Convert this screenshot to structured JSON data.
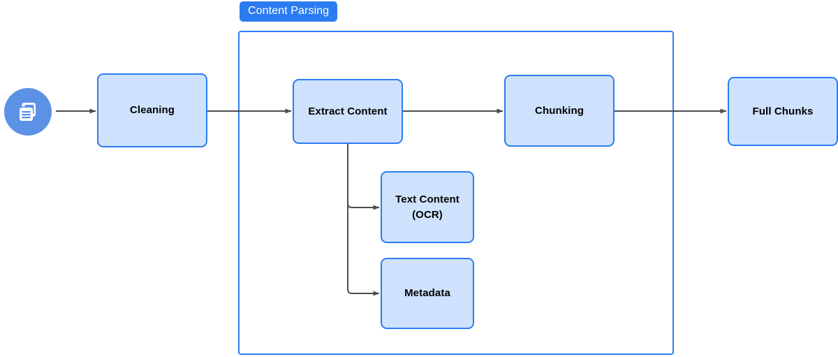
{
  "diagram": {
    "title": "Content Parsing",
    "group": {
      "label": "Content Parsing",
      "badge_color": "#2b7cf0",
      "border_color": "#2b7cf0"
    },
    "colors": {
      "node_fill": "#cfe2fd",
      "node_border": "#2b7cf0",
      "icon_circle": "#5b92e5",
      "edge": "#4d4d4d",
      "text": "#000000",
      "badge_text": "#ffffff"
    },
    "source_icon": {
      "name": "documents-icon",
      "glyph": "documents"
    },
    "nodes": [
      {
        "id": "cleaning",
        "label": "Cleaning"
      },
      {
        "id": "extract",
        "label": "Extract Content"
      },
      {
        "id": "chunking",
        "label": "Chunking"
      },
      {
        "id": "full_chunks",
        "label": "Full Chunks"
      },
      {
        "id": "text_content",
        "label_line1": "Text Content",
        "label_line2": "(OCR)"
      },
      {
        "id": "metadata",
        "label": "Metadata"
      }
    ],
    "edges": [
      {
        "from": "documents-icon",
        "to": "cleaning"
      },
      {
        "from": "cleaning",
        "to": "extract"
      },
      {
        "from": "extract",
        "to": "chunking"
      },
      {
        "from": "chunking",
        "to": "full_chunks"
      },
      {
        "from": "extract",
        "to": "text_content"
      },
      {
        "from": "extract",
        "to": "metadata"
      }
    ]
  }
}
